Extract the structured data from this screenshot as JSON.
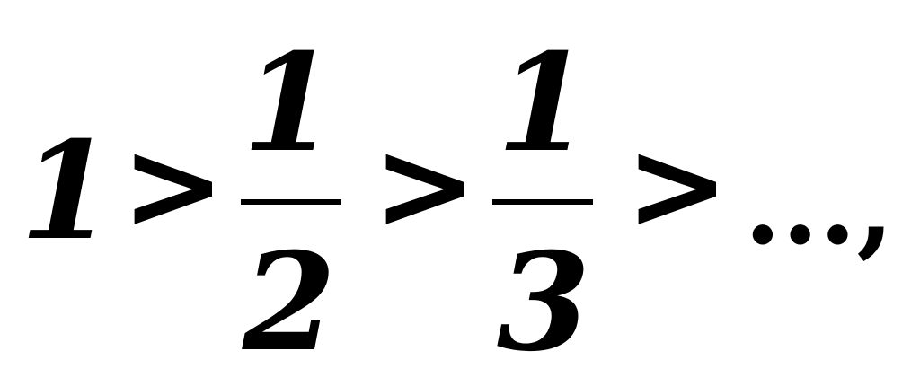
{
  "formula": {
    "term1": "1",
    "gt1": ">",
    "frac1_num": "1",
    "frac1_den": "2",
    "gt2": ">",
    "frac2_num": "1",
    "frac2_den": "3",
    "gt3": ">",
    "ellipsis": "...,"
  },
  "colors": {
    "text": "#000000",
    "background": "#ffffff"
  }
}
